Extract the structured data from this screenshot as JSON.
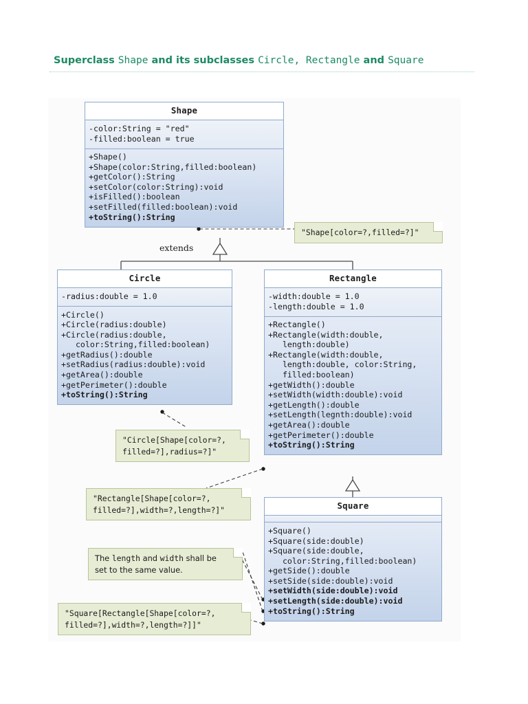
{
  "page": {
    "title_parts": [
      {
        "text": "Superclass ",
        "style": "bold-sans"
      },
      {
        "text": "Shape",
        "style": "mono"
      },
      {
        "text": " and its subclasses ",
        "style": "bold-sans"
      },
      {
        "text": "Circle, Rectangle",
        "style": "mono"
      },
      {
        "text": " and ",
        "style": "bold-sans"
      },
      {
        "text": "Square",
        "style": "mono"
      }
    ],
    "title_plain": "Superclass Shape and its subclasses Circle, Rectangle and Square",
    "accent_color": "#1d8a63",
    "class_border_color": "#8fa9cb",
    "note_fill_color": "#e7ecd4",
    "note_border_color": "#b9c49b"
  },
  "relationship_label": "extends",
  "classes": {
    "shape": {
      "name": "Shape",
      "attributes": [
        "-color:String = \"red\"",
        "-filled:boolean = true"
      ],
      "operations": [
        {
          "text": "+Shape()",
          "bold": false
        },
        {
          "text": "+Shape(color:String,filled:boolean)",
          "bold": false
        },
        {
          "text": "+getColor():String",
          "bold": false
        },
        {
          "text": "+setColor(color:String):void",
          "bold": false
        },
        {
          "text": "+isFilled():boolean",
          "bold": false
        },
        {
          "text": "+setFilled(filled:boolean):void",
          "bold": false
        },
        {
          "text": "+toString():String",
          "bold": true
        }
      ]
    },
    "circle": {
      "name": "Circle",
      "attributes": [
        "-radius:double = 1.0"
      ],
      "operations": [
        {
          "text": "+Circle()",
          "bold": false
        },
        {
          "text": "+Circle(radius:double)",
          "bold": false
        },
        {
          "text": "+Circle(radius:double,",
          "bold": false
        },
        {
          "text": "   color:String,filled:boolean)",
          "bold": false
        },
        {
          "text": "+getRadius():double",
          "bold": false
        },
        {
          "text": "+setRadius(radius:double):void",
          "bold": false
        },
        {
          "text": "+getArea():double",
          "bold": false
        },
        {
          "text": "+getPerimeter():double",
          "bold": false
        },
        {
          "text": "+toString():String",
          "bold": true
        }
      ]
    },
    "rectangle": {
      "name": "Rectangle",
      "attributes": [
        "-width:double = 1.0",
        "-length:double = 1.0"
      ],
      "operations": [
        {
          "text": "+Rectangle()",
          "bold": false
        },
        {
          "text": "+Rectangle(width:double,",
          "bold": false
        },
        {
          "text": "   length:double)",
          "bold": false
        },
        {
          "text": "+Rectangle(width:double,",
          "bold": false
        },
        {
          "text": "   length:double, color:String,",
          "bold": false
        },
        {
          "text": "   filled:boolean)",
          "bold": false
        },
        {
          "text": "+getWidth():double",
          "bold": false
        },
        {
          "text": "+setWidth(width:double):void",
          "bold": false
        },
        {
          "text": "+getLength():double",
          "bold": false
        },
        {
          "text": "+setLength(legnth:double):void",
          "bold": false
        },
        {
          "text": "+getArea():double",
          "bold": false
        },
        {
          "text": "+getPerimeter():double",
          "bold": false
        },
        {
          "text": "+toString():String",
          "bold": true
        }
      ]
    },
    "square": {
      "name": "Square",
      "attributes": [],
      "operations": [
        {
          "text": "+Square()",
          "bold": false
        },
        {
          "text": "+Square(side:double)",
          "bold": false
        },
        {
          "text": "+Square(side:double,",
          "bold": false
        },
        {
          "text": "   color:String,filled:boolean)",
          "bold": false
        },
        {
          "text": "+getSide():double",
          "bold": false
        },
        {
          "text": "+setSide(side:double):void",
          "bold": false
        },
        {
          "text": "+setWidth(side:double):void",
          "bold": true
        },
        {
          "text": "+setLength(side:double):void",
          "bold": true
        },
        {
          "text": "+toString():String",
          "bold": true
        }
      ]
    }
  },
  "notes": {
    "shape_tostring": "\"Shape[color=?,filled=?]\"",
    "circle_tostring": "\"Circle[Shape[color=?,\nfilled=?],radius=?]\"",
    "rectangle_tostring": "\"Rectangle[Shape[color=?,\nfilled=?],width=?,length=?]\"",
    "square_setters_line1": "The ",
    "square_setters_mono1": "length",
    "square_setters_line2": " and ",
    "square_setters_mono2": "width",
    "square_setters_line3": " shall be\nset to the same value.",
    "square_tostring": "\"Square[Rectangle[Shape[color=?,\nfilled=?],width=?,length=?]]\""
  }
}
